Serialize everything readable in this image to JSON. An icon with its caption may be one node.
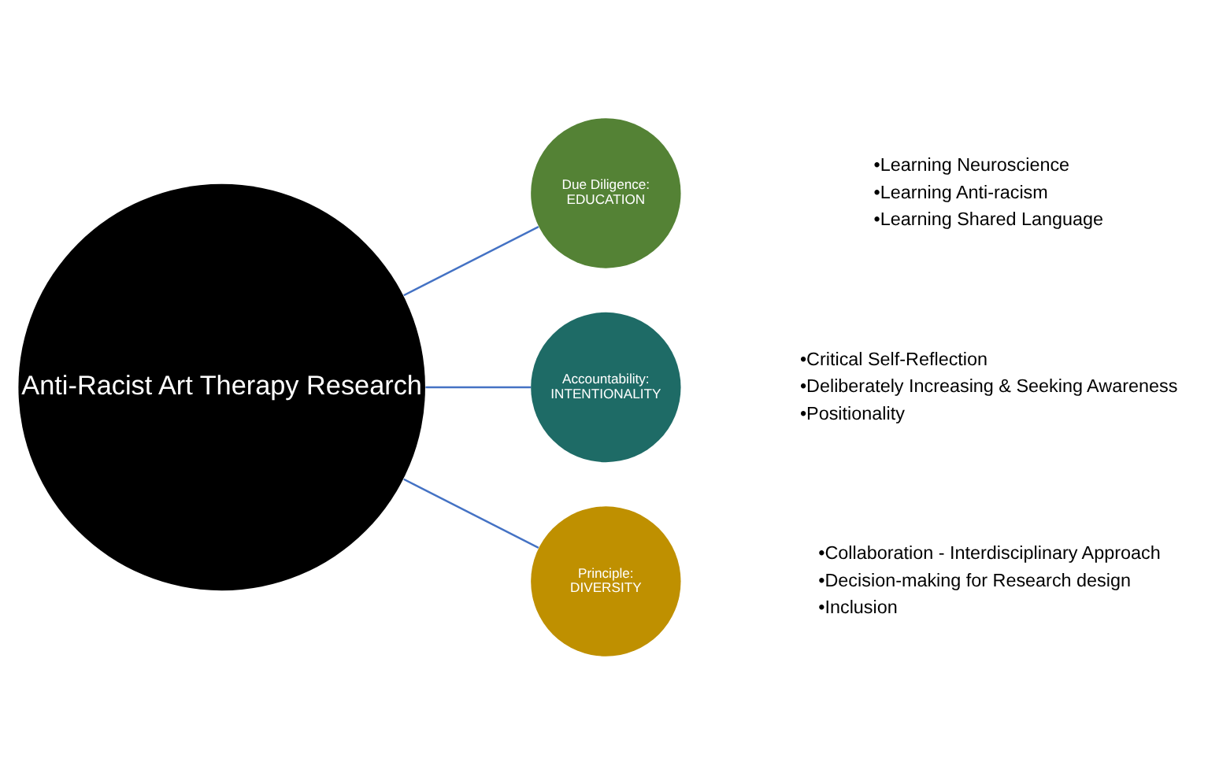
{
  "diagram": {
    "nodes": [
      {
        "text": [
          "Anti-Racist Art Therapy Research"
        ]
      },
      {
        "text": [
          "Due Diligence: EDUCATION"
        ],
        "beside": [
          "•Learning Neuroscience",
          "•Learning Anti-racism",
          "•Learning Shared Language"
        ]
      },
      {
        "text": [
          "Accountability: INTENTIONALITY"
        ],
        "beside": [
          "•Critical Self-Reflection",
          "•Deliberately Increasing & Seeking Awareness",
          "•Positionality"
        ]
      },
      {
        "text": [
          "Principle: DIVERSITY"
        ],
        "beside": [
          "•Collaboration - Interdisciplinary Approach",
          "•Decision-making for Research design",
          "•Inclusion"
        ]
      }
    ],
    "edges": [
      {
        "from": 0,
        "to": 1,
        "arrow": "none"
      },
      {
        "from": 0,
        "to": 2,
        "arrow": "none"
      },
      {
        "from": 0,
        "to": 3,
        "arrow": "none"
      }
    ]
  }
}
